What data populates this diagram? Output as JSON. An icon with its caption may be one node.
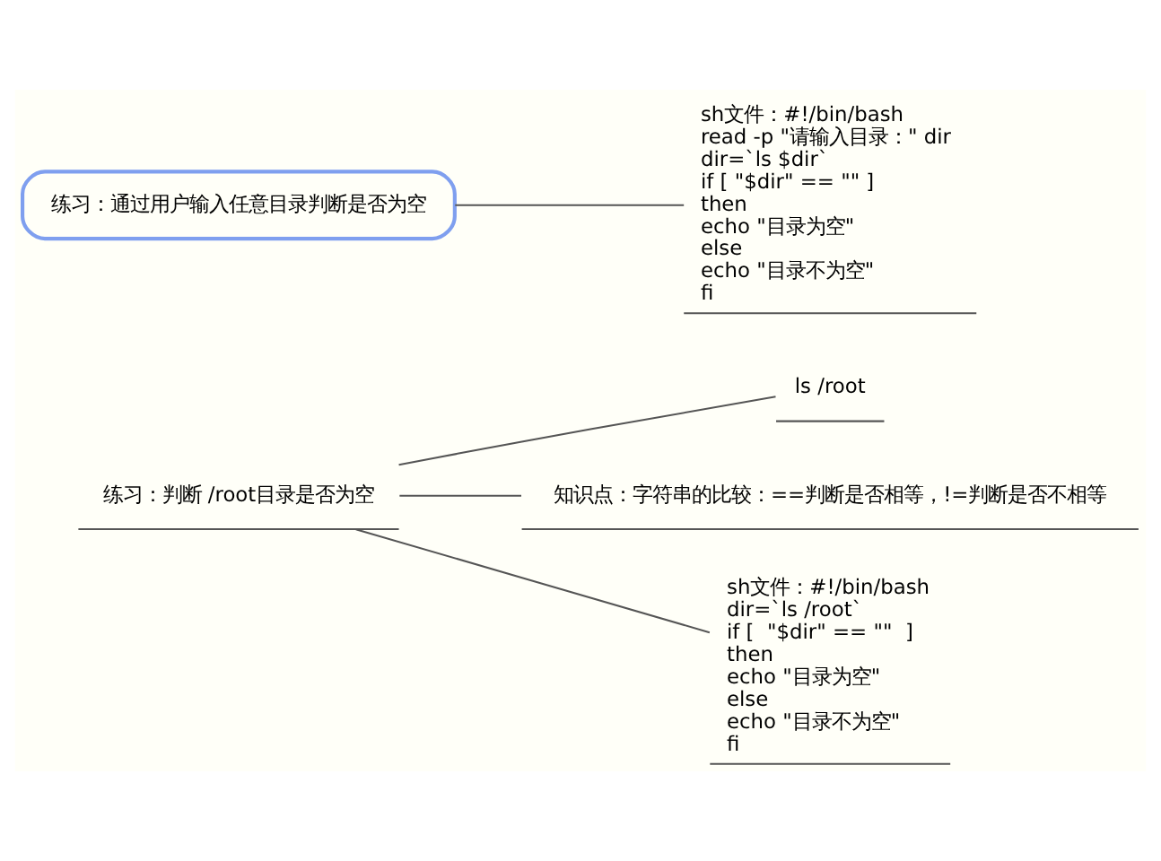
{
  "diagram": {
    "nodes": [
      {
        "text": [
          "练习：判断 /root目录是否为空"
        ]
      },
      {
        "text": [
          "ls /root"
        ]
      },
      {
        "text": [
          "知识点：字符串的比较：==判断是否相等，!=判断是否不相等"
        ]
      },
      {
        "text": [
          "sh文件：#!/bin/bash",
          "dir=`ls /root`",
          "if [  \"$dir\" == \"\"  ]",
          "then",
          "echo \"目录为空\"",
          "else",
          "echo \"目录不为空\"",
          "fi"
        ]
      },
      {
        "text": [
          "练习：通过用户输入任意目录判断是否为空"
        ]
      },
      {
        "text": [
          "sh文件：#!/bin/bash",
          "read -p \"请输入目录：\" dir",
          "dir=`ls $dir`",
          "if [ \"$dir\" == \"\" ]",
          "then",
          "echo \"目录为空\"",
          "else",
          "echo \"目录不为空\"",
          "fi"
        ]
      }
    ],
    "edges": [
      {
        "from": 0,
        "to": 1,
        "arrow": "none"
      },
      {
        "from": 0,
        "to": 2,
        "arrow": "none"
      },
      {
        "from": 0,
        "to": 3,
        "arrow": "none"
      },
      {
        "from": 4,
        "to": 5,
        "arrow": "none"
      }
    ]
  }
}
